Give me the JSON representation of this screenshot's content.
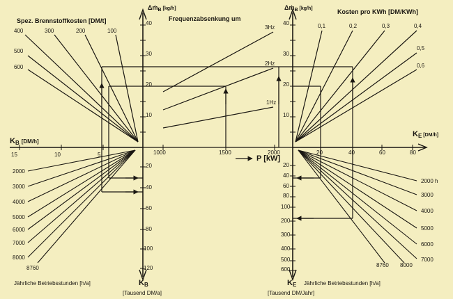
{
  "colors": {
    "paper": "#f4eec0",
    "ink": "#1a1712"
  },
  "left": {
    "title": "Spez. Brennstoffkosten [DM/t]",
    "fuel_cost_labels": [
      "400",
      "300",
      "200",
      "100",
      "500",
      "600"
    ],
    "kb_axis_label": "Kʙ [DM/h]",
    "kb_axis_label_main": "K",
    "kb_axis_label_sub": "B",
    "kb_axis_unit": "[DM/h]",
    "kb_ticks": [
      "15",
      "10",
      "5"
    ],
    "hours_labels": [
      "2000",
      "3000",
      "4000",
      "5000",
      "6000",
      "7000",
      "8000",
      "8760"
    ],
    "hours_title": "Jährliche Betriebsstunden [h/a]"
  },
  "center_axis": {
    "label_top": "ΔṁB [kg/h]",
    "label_top_main": "Δṁ",
    "label_top_sub": "B",
    "label_top_unit": "[kg/h]",
    "ticks_up": [
      "40",
      "30",
      "20",
      "10"
    ],
    "ticks_down": [
      "20",
      "40",
      "60",
      "80",
      "100",
      "120"
    ],
    "bottom_label_main": "K",
    "bottom_label_sub": "B",
    "bottom_unit": "[Tausend DM/a]"
  },
  "middle": {
    "title": "Frequenzabsenkung um",
    "freq_labels": [
      "3Hz",
      "2Hz",
      "1Hz"
    ],
    "p_ticks": [
      "1000",
      "1500",
      "2000"
    ],
    "p_axis_label": "P [kW]"
  },
  "right_axis": {
    "label_top_main": "Δṁ",
    "label_top_sub": "B",
    "label_top_unit": "[kg/h]",
    "ticks_up": [
      "40",
      "30",
      "20",
      "10"
    ],
    "ticks_down": [
      "20",
      "40",
      "60",
      "80",
      "100",
      "200",
      "300",
      "400",
      "500",
      "600"
    ],
    "bottom_label_main": "K",
    "bottom_label_sub": "E",
    "bottom_unit": "[Tausend DM/Jahr]"
  },
  "right": {
    "title": "Kosten pro KWh [DM/KWh]",
    "price_labels": [
      "0,1",
      "0,2",
      "0,3",
      "0,4",
      "0,5",
      "0,6"
    ],
    "ke_axis_label_main": "K",
    "ke_axis_label_sub": "E",
    "ke_axis_unit": "[DM/h]",
    "ke_ticks": [
      "20",
      "40",
      "60",
      "80"
    ],
    "hours_labels": [
      "2000 h",
      "3000",
      "4000",
      "5000",
      "6000",
      "7000",
      "8000",
      "8760"
    ],
    "hours_title": "Jährliche Betriebsstunden [h/a]"
  }
}
